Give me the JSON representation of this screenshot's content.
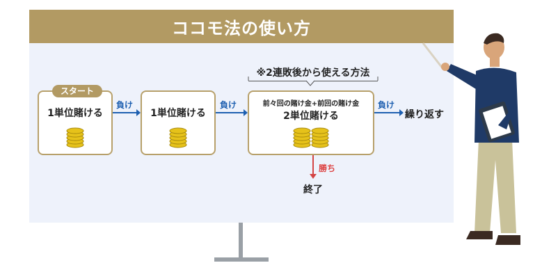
{
  "title": "ココモ法の使い方",
  "start_badge": "スタート",
  "note": "※2連敗後から使える方法",
  "steps": [
    {
      "label": "1単位賭ける"
    },
    {
      "label": "1単位賭ける"
    },
    {
      "sub": "前々回の賭け金+前回の賭け金",
      "label": "2単位賭ける"
    }
  ],
  "lose_label": "負け",
  "win_label": "勝ち",
  "repeat_text": "繰り返す",
  "end_text": "終了",
  "colors": {
    "accent": "#b29a63",
    "lose_arrow": "#1d5fb0",
    "win_arrow": "#d44444",
    "coin": "#e6c21a"
  }
}
